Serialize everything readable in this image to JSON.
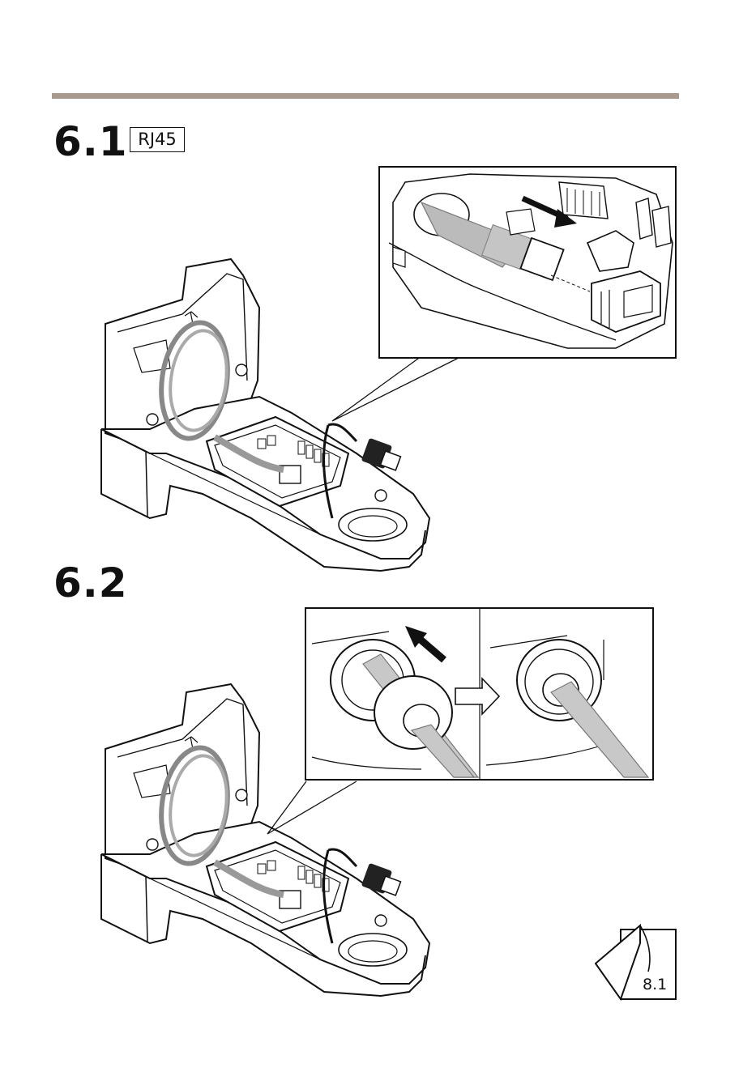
{
  "steps": [
    {
      "number": "6.1",
      "connector_label": "RJ45"
    },
    {
      "number": "6.2"
    }
  ],
  "reference": {
    "label": "8.1"
  }
}
